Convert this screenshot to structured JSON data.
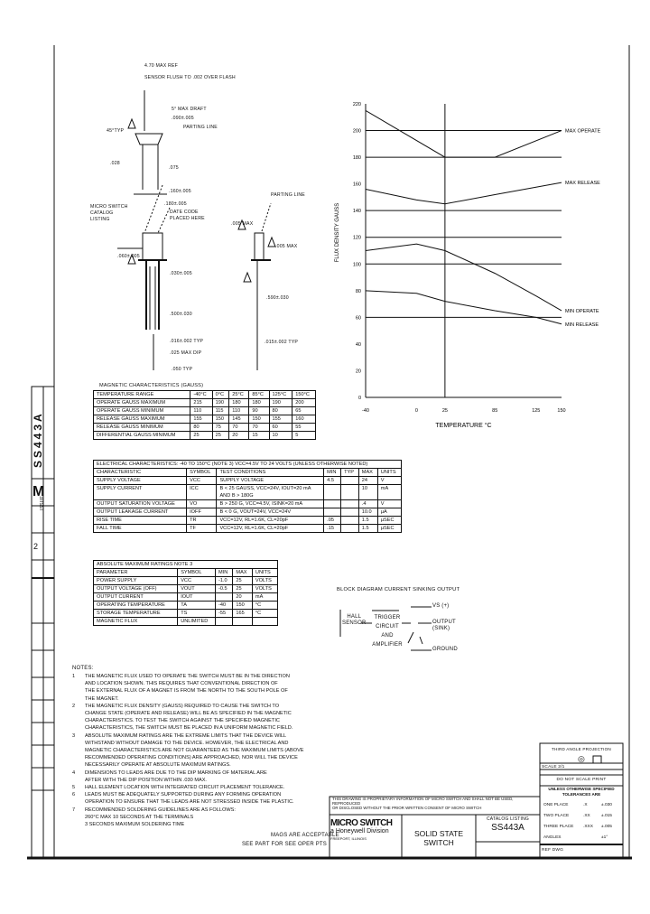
{
  "sheet": {
    "part_number": "SS443A",
    "size_letter": "M",
    "issue_label": "ISSUE",
    "issue_value": "2"
  },
  "drawing": {
    "labels": [
      "4.70 MAX REF",
      "SENSOR FLUSH TO .002 OVER FLASH",
      "5° MAX DRAFT",
      ".090±.005",
      "PARTING LINE",
      "45°TYP",
      ".028",
      ".075",
      ".160±.005",
      ".180±.005",
      "MICRO SWITCH CATALOG LISTING",
      "DATE CODE PLACED HERE",
      ".060±.005",
      ".030±.005",
      ".500±.030",
      ".016±.002 TYP",
      ".025 MAX DIP",
      ".050 TYP",
      "PARTING LINE",
      ".005 MAX",
      ".005 MAX",
      ".590±.030",
      ".015±.002 TYP"
    ]
  },
  "chart_data": {
    "type": "line",
    "xlabel": "TEMPERATURE °C",
    "ylabel": "FLUX DENSITY GAUSS",
    "x_ticks": [
      -40,
      0,
      25,
      85,
      125,
      150
    ],
    "y_ticks": [
      0,
      20,
      40,
      60,
      80,
      100,
      120,
      140,
      160,
      180,
      200,
      220
    ],
    "gridlines_y": [
      60,
      100,
      120,
      140,
      180,
      200
    ],
    "gridlines_x": [
      25
    ],
    "xlim": [
      -40,
      150
    ],
    "ylim": [
      0,
      220
    ],
    "legend": "right-end labels",
    "series": [
      {
        "name": "MAX OPERATE",
        "x": [
          -40,
          25,
          85,
          150
        ],
        "y": [
          215,
          180,
          180,
          200
        ]
      },
      {
        "name": "MAX RELEASE",
        "x": [
          -40,
          0,
          25,
          85,
          150
        ],
        "y": [
          156,
          148,
          145,
          152,
          161
        ]
      },
      {
        "name": "MIN OPERATE",
        "x": [
          -40,
          0,
          25,
          85,
          125,
          150
        ],
        "y": [
          110,
          115,
          110,
          93,
          76,
          65
        ]
      },
      {
        "name": "MIN RELEASE",
        "x": [
          -40,
          0,
          25,
          85,
          125,
          150
        ],
        "y": [
          80,
          78,
          72,
          65,
          60,
          55
        ]
      }
    ]
  },
  "magnetic": {
    "title": "MAGNETIC CHARACTERISTICS (GAUSS)",
    "header": [
      "TEMPERATURE RANGE",
      "-40°C",
      "0°C",
      "25°C",
      "85°C",
      "125°C",
      "150°C"
    ],
    "rows": [
      [
        "OPERATE GAUSS MAXIMUM",
        "215",
        "190",
        "180",
        "180",
        "190",
        "200"
      ],
      [
        "OPERATE GAUSS MINIMUM",
        "110",
        "115",
        "110",
        "90",
        "80",
        "65"
      ],
      [
        "RELEASE GAUSS MAXIMUM",
        "155",
        "150",
        "145",
        "150",
        "155",
        "160"
      ],
      [
        "RELEASE GAUSS MINIMUM",
        "80",
        "75",
        "70",
        "70",
        "60",
        "55"
      ],
      [
        "DIFFERENTIAL GAUSS MINIMUM",
        "25",
        "25",
        "20",
        "15",
        "10",
        "5"
      ]
    ]
  },
  "electrical": {
    "title": "ELECTRICAL CHARACTERISTICS: -40 TO 150°C (NOTE 3) VCC=4.5V TO 24 VOLTS (UNLESS OTHERWISE NOTED)",
    "header": [
      "CHARACTERISTIC",
      "SYMBOL",
      "TEST CONDITIONS",
      "MIN",
      "TYP",
      "MAX",
      "UNITS"
    ],
    "rows": [
      [
        "SUPPLY VOLTAGE",
        "VCC",
        "SUPPLY VOLTAGE",
        "4.5",
        "",
        "24",
        "V"
      ],
      [
        "SUPPLY CURRENT",
        "ICC",
        "B < 25 GAUSS, VCC=24V, IOUT=20 mA",
        "",
        "",
        "10",
        "mA"
      ],
      [
        "",
        "",
        "AND B > 180G",
        "",
        "",
        "",
        ""
      ],
      [
        "OUTPUT SATURATION VOLTAGE",
        "VO",
        "B > 250 G, VCC=4.5V, ISINK=20 mA",
        "",
        "",
        ".4",
        "V"
      ],
      [
        "OUTPUT LEAKAGE CURRENT",
        "IOFF",
        "B < 0 G, VOUT=24V, VCC=24V",
        "",
        "",
        "10.0",
        "µA"
      ],
      [
        "RISE TIME",
        "TR",
        "VCC=12V, RL=1.6K, CL=20pF",
        ".05",
        "",
        "1.5",
        "µSEC"
      ],
      [
        "FALL TIME",
        "TF",
        "VCC=12V, RL=1.6K, CL=20pF",
        ".15",
        "",
        "1.5",
        "µSEC"
      ]
    ]
  },
  "absolute": {
    "title": "ABSOLUTE MAXIMUM RATINGS NOTE 3",
    "header": [
      "PARAMETER",
      "SYMBOL",
      "MIN",
      "MAX",
      "UNITS"
    ],
    "rows": [
      [
        "POWER SUPPLY",
        "VCC",
        "-1.0",
        "25",
        "VOLTS"
      ],
      [
        "OUTPUT VOLTAGE (OFF)",
        "VOUT",
        "-0.5",
        "25",
        "VOLTS"
      ],
      [
        "OUTPUT CURRENT",
        "IOUT",
        "",
        "20",
        "mA"
      ],
      [
        "OPERATING TEMPERATURE",
        "TA",
        "-40",
        "150",
        "°C"
      ],
      [
        "STORAGE TEMPERATURE",
        "TS",
        "-55",
        "165",
        "°C"
      ],
      [
        "MAGNETIC FLUX",
        "UNLIMITED",
        "",
        "",
        ""
      ]
    ]
  },
  "block_diagram": {
    "title": "BLOCK DIAGRAM CURRENT SINKING OUTPUT",
    "hall": [
      "HALL",
      "SENSOR"
    ],
    "trigger": [
      "TRIGGER",
      "CIRCUIT",
      "AND",
      "AMPLIFIER"
    ],
    "vs": "VS (+)",
    "output": [
      "OUTPUT",
      "(SINK)"
    ],
    "ground": "GROUND"
  },
  "notes": {
    "title": "NOTES:",
    "lines": [
      {
        "mark": "1",
        "text": "THE MAGNETIC FLUX USED TO OPERATE THE SWITCH MUST BE IN THE DIRECTION"
      },
      {
        "mark": "",
        "text": "AND LOCATION SHOWN. THIS REQUIRES THAT CONVENTIONAL DIRECTION OF"
      },
      {
        "mark": "",
        "text": "THE EXTERNAL FLUX OF A MAGNET IS FROM THE NORTH TO THE SOUTH POLE OF"
      },
      {
        "mark": "",
        "text": "THE MAGNET."
      },
      {
        "mark": "2",
        "text": "THE MAGNETIC FLUX DENSITY (GAUSS) REQUIRED TO CAUSE THE SWITCH TO"
      },
      {
        "mark": "",
        "text": "CHANGE STATE (OPERATE AND RELEASE) WILL BE AS SPECIFIED IN THE MAGNETIC"
      },
      {
        "mark": "",
        "text": "CHARACTERISTICS. TO TEST THE SWITCH AGAINST THE SPECIFIED MAGNETIC"
      },
      {
        "mark": "",
        "text": "CHARACTERISTICS, THE SWITCH MUST BE PLACED IN A UNIFORM MAGNETIC FIELD."
      },
      {
        "mark": "3",
        "text": "ABSOLUTE MAXIMUM RATINGS ARE THE EXTREME LIMITS THAT THE DEVICE WILL"
      },
      {
        "mark": "",
        "text": "WITHSTAND WITHOUT DAMAGE TO THE DEVICE. HOWEVER, THE ELECTRICAL AND"
      },
      {
        "mark": "",
        "text": "MAGNETIC CHARACTERISTICS ARE NOT GUARANTEED AS THE MAXIMUM LIMITS (ABOVE"
      },
      {
        "mark": "",
        "text": "RECOMMENDED OPERATING CONDITIONS) ARE APPROACHED, NOR WILL THE DEVICE"
      },
      {
        "mark": "",
        "text": "NECESSARILY OPERATE AT ABSOLUTE MAXIMUM RATINGS."
      },
      {
        "mark": "4",
        "text": "DIMENSIONS TO LEADS ARE DUE TO THE DIP MARKING OF MATERIAL ARE"
      },
      {
        "mark": "",
        "text": "AFTER WITH THE DIP POSITION WITHIN .030 MAX."
      },
      {
        "mark": "5",
        "text": "HALL ELEMENT LOCATION WITH INTEGRATED CIRCUIT PLACEMENT TOLERANCE."
      },
      {
        "mark": "6",
        "text": "LEADS MUST BE ADEQUATELY SUPPORTED DURING ANY FORMING OPERATION"
      },
      {
        "mark": "",
        "text": "OPERATION TO ENSURE THAT THE LEADS ARE NOT STRESSED INSIDE THE PLASTIC."
      },
      {
        "mark": "7",
        "text": "RECOMMENDED SOLDERING GUIDELINES ARE AS FOLLOWS:"
      },
      {
        "mark": "",
        "text": "260°C MAX 10 SECONDS AT THE TERMINALS"
      },
      {
        "mark": "",
        "text": "3 SECONDS MAXIMUM SOLDERING TIME"
      }
    ]
  },
  "title_block": {
    "remark_1": "MAGS ARE ACCEPTABLE",
    "remark_2": "SEE PART FOR SEE OPER PTS",
    "proprietary_1": "THIS DRAWING IS PROPRIETARY INFORMATION OF MICRO SWITCH AND SHALL NOT BE USED, REPRODUCED",
    "proprietary_2": "OR DISCLOSED WITHOUT THE PRIOR WRITTEN CONSENT OF MICRO SWITCH",
    "company": "MICRO SWITCH",
    "division": "a Honeywell Division",
    "company_sub": "FREEPORT, ILLINOIS",
    "title": "SOLID STATE SWITCH",
    "catalog_label": "CATALOG LISTING",
    "catalog_value": "SS443A",
    "projection": "THIRD ANGLE PROJECTION",
    "scale": "SCALE 2/1",
    "do_not_scale": "DO NOT SCALE PRINT",
    "tol_header": "UNLESS OTHERWISE SPECIFIED TOLERANCES ARE",
    "tolerances": [
      [
        "ONE PLACE",
        ".X",
        "±.030"
      ],
      [
        "TWO PLACE",
        ".XX",
        "±.015"
      ],
      [
        "THREE PLACE",
        ".XXX",
        "±.005"
      ],
      [
        "ANGLES",
        "",
        "±1°"
      ]
    ],
    "ref": "REF DWG"
  }
}
